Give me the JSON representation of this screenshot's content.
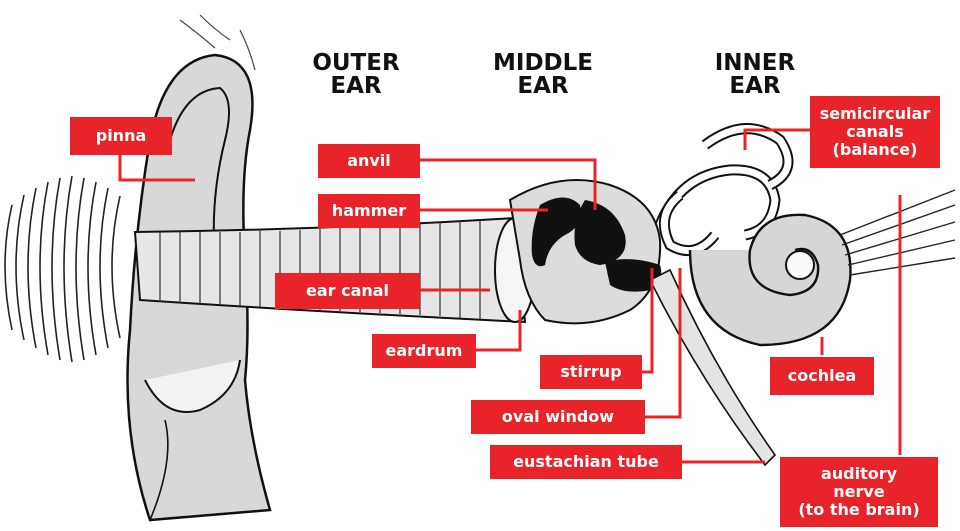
{
  "headings": {
    "outer": "OUTER\nEAR",
    "middle": "MIDDLE\nEAR",
    "inner": "INNER\nEAR"
  },
  "labels": {
    "pinna": "pinna",
    "anvil": "anvil",
    "hammer": "hammer",
    "ear_canal": "ear canal",
    "eardrum": "eardrum",
    "stirrup": "stirrup",
    "oval_window": "oval window",
    "eustachian_tube": "eustachian tube",
    "semicircular_canals": "semicircular\ncanals\n(balance)",
    "cochlea": "cochlea",
    "auditory_nerve": "auditory\nnerve\n(to the brain)"
  },
  "colors": {
    "label_red": "#e8232a",
    "line_red": "#e8232a",
    "ink": "#111111",
    "shade": "#cfcfcf"
  }
}
